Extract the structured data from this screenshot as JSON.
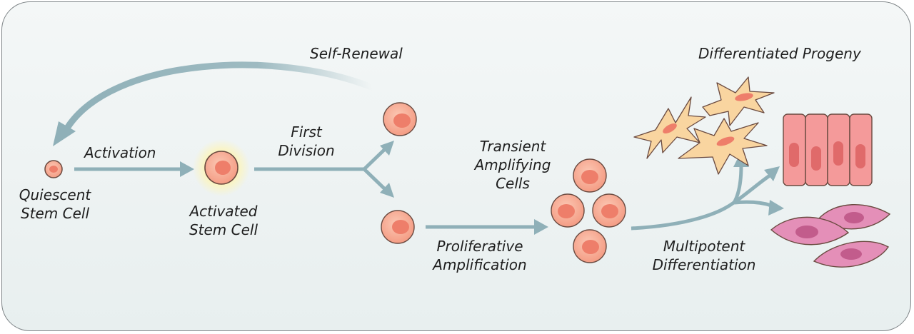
{
  "labels": {
    "self_renewal": "Self-Renewal",
    "activation": "Activation",
    "quiescent_line1": "Quiescent",
    "quiescent_line2": "Stem Cell",
    "activated_line1": "Activated",
    "activated_line2": "Stem Cell",
    "first_division_line1": "First",
    "first_division_line2": "Division",
    "transient_line1": "Transient",
    "transient_line2": "Amplifying",
    "transient_line3": "Cells",
    "proliferative_line1": "Proliferative",
    "proliferative_line2": "Amplification",
    "multipotent_line1": "Multipotent",
    "multipotent_line2": "Differentiation",
    "differentiated_progeny": "Differentiated Progeny"
  },
  "colors": {
    "arrow": "#8fb0b8",
    "cell_fill": "#f7b19a",
    "cell_nucleus": "#ee7e6a",
    "cell_stroke": "#6a4a40",
    "glow": "#fff2a8",
    "stellate_fill": "#f9d5a0",
    "columnar_fill": "#f49a9a",
    "pink_cell_fill": "#e48fb8",
    "frame_bg": "#eef3f3"
  }
}
